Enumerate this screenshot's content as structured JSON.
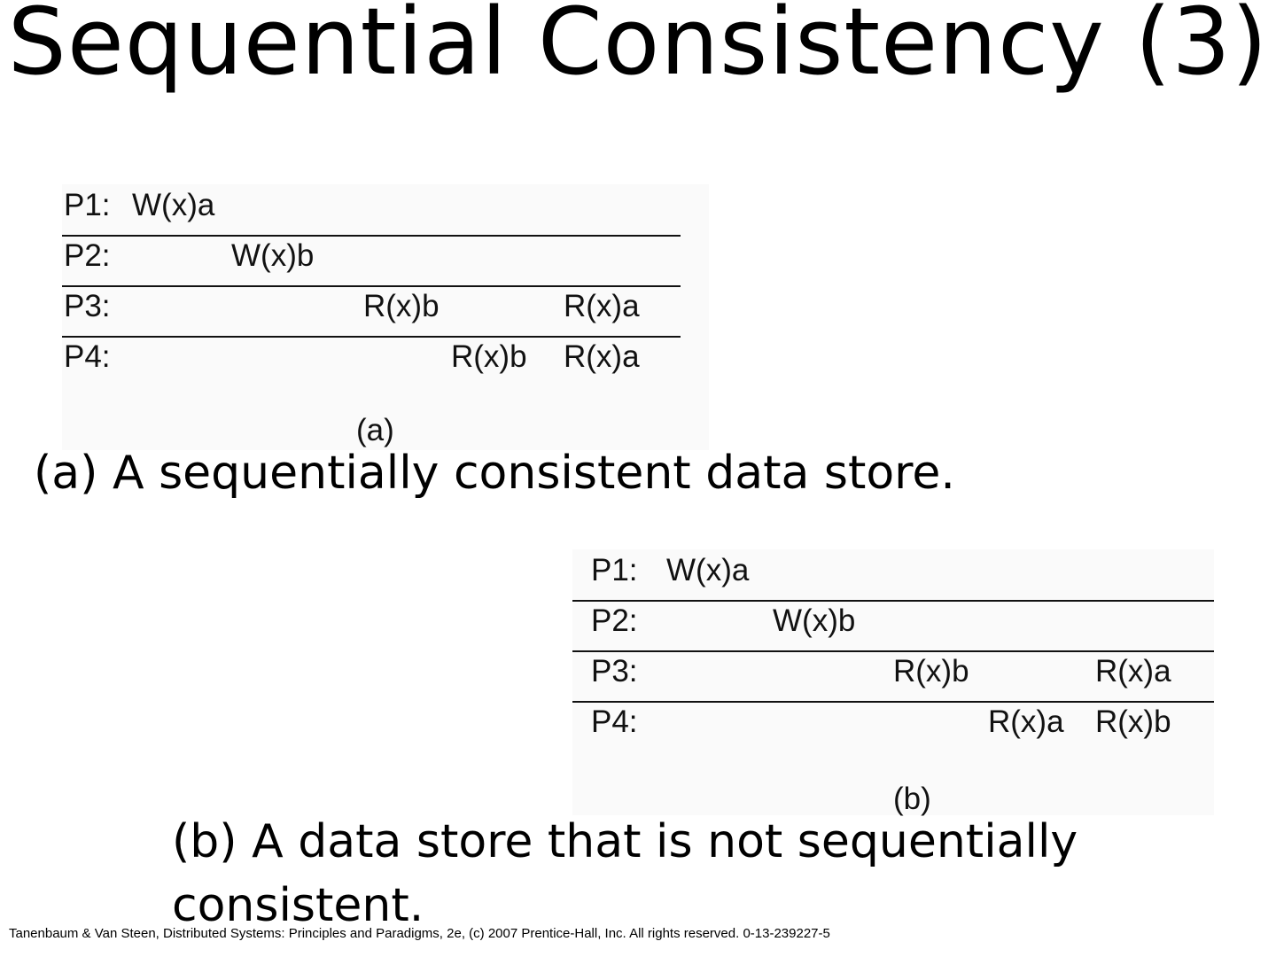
{
  "title": "Sequential Consistency (3)",
  "figure_a": {
    "rows": [
      {
        "process": "P1:",
        "ops": [
          "W(x)a"
        ]
      },
      {
        "process": "P2:",
        "ops": [
          "W(x)b"
        ]
      },
      {
        "process": "P3:",
        "ops": [
          "R(x)b",
          "R(x)a"
        ]
      },
      {
        "process": "P4:",
        "ops": [
          "R(x)b",
          "R(x)a"
        ]
      }
    ],
    "label": "(a)"
  },
  "caption_a": "(a) A sequentially consistent data store.",
  "figure_b": {
    "rows": [
      {
        "process": "P1:",
        "ops": [
          "W(x)a"
        ]
      },
      {
        "process": "P2:",
        "ops": [
          "W(x)b"
        ]
      },
      {
        "process": "P3:",
        "ops": [
          "R(x)b",
          "R(x)a"
        ]
      },
      {
        "process": "P4:",
        "ops": [
          "R(x)a",
          "R(x)b"
        ]
      }
    ],
    "label": "(b)"
  },
  "caption_b": "(b) A data store that is not sequentially consistent.",
  "footer": "Tanenbaum & Van Steen, Distributed Systems: Principles and Paradigms, 2e, (c) 2007 Prentice-Hall, Inc. All rights reserved. 0-13-239227-5"
}
